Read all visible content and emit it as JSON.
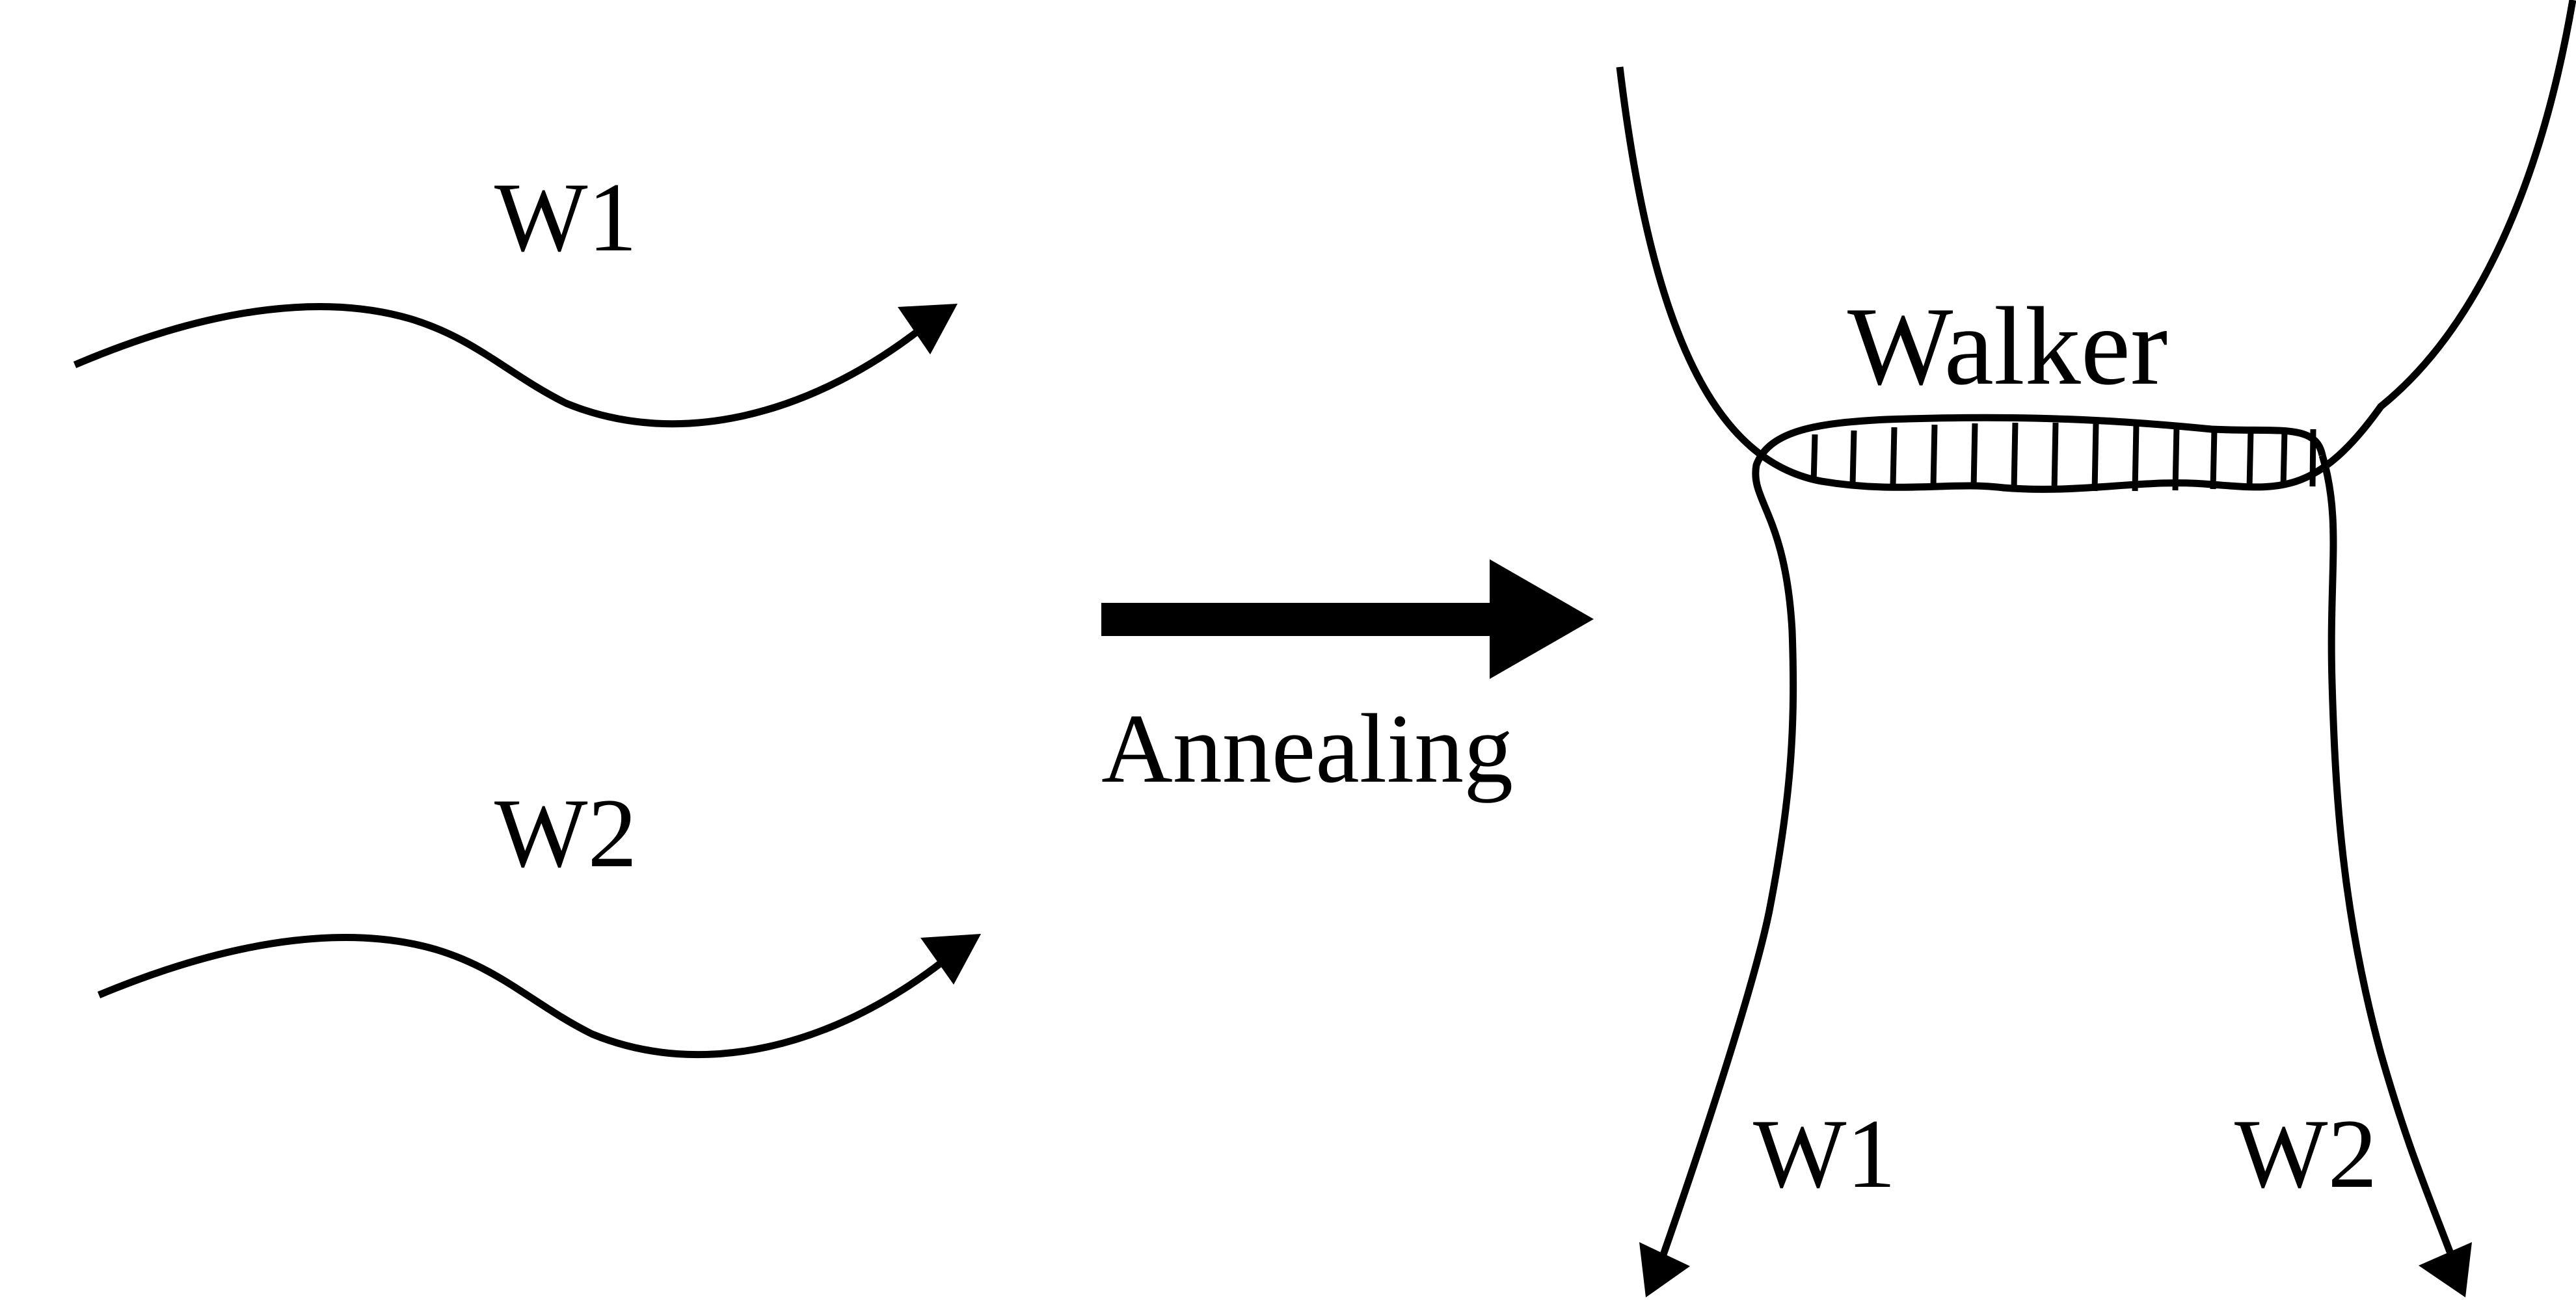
{
  "labels": {
    "left_top_strand": "W1",
    "left_bottom_strand": "W2",
    "process": "Annealing",
    "complex": "Walker",
    "right_strand_1": "W1",
    "right_strand_2": "W2"
  },
  "colors": {
    "ink": "#000000",
    "background": "#ffffff"
  },
  "base_pair_rungs": 14
}
